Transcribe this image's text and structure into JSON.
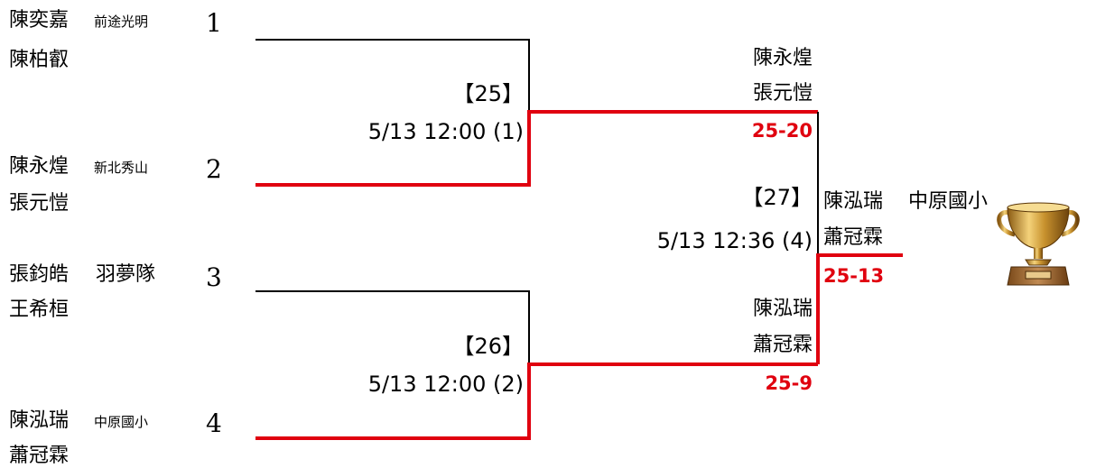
{
  "bracket": {
    "seeds": [
      {
        "seed": "1",
        "player1": "陳奕嘉",
        "player2": "陳柏叡",
        "team": "前途光明"
      },
      {
        "seed": "2",
        "player1": "陳永煌",
        "player2": "張元愷",
        "team": "新北秀山"
      },
      {
        "seed": "3",
        "player1": "張鈞皓",
        "player2": "王希桓",
        "team": "羽夢隊"
      },
      {
        "seed": "4",
        "player1": "陳泓瑞",
        "player2": "蕭冠霖",
        "team": "中原國小"
      }
    ],
    "matches": [
      {
        "number": "【25】",
        "time": "5/13 12:00 (1)",
        "winner1": "陳永煌",
        "winner2": "張元愷",
        "score": "25-20"
      },
      {
        "number": "【26】",
        "time": "5/13 12:00 (2)",
        "winner1": "陳泓瑞",
        "winner2": "蕭冠霖",
        "score": "25-9"
      },
      {
        "number": "【27】",
        "time": "5/13 12:36 (4)",
        "winner1": "陳泓瑞",
        "winner2": "蕭冠霖",
        "score": "25-13",
        "winner_team": "中原國小"
      }
    ],
    "trophy_icon": "trophy-icon",
    "colors": {
      "winner_line": "#e0000f",
      "line": "#000000",
      "score": "#e0000f",
      "trophy": "#c8922e"
    }
  }
}
